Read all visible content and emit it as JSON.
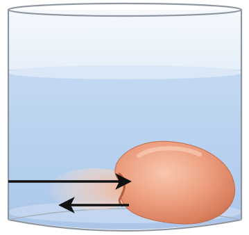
{
  "scene": {
    "objects": [
      "glass-beaker",
      "water",
      "cell",
      "inflow-arrow",
      "outflow-arrow"
    ],
    "colors": {
      "background": "#ffffff",
      "glass_outline": "#9aa3ad",
      "air_region": "#e9f1fa",
      "water_surface": "#d8e6f6",
      "water": "#b7d0ee",
      "water_deep": "#a9c4e8",
      "cell_light": "#f5c1a5",
      "cell_mid": "#e58f6f",
      "cell_dark": "#b86848",
      "arrow": "#111111"
    }
  }
}
